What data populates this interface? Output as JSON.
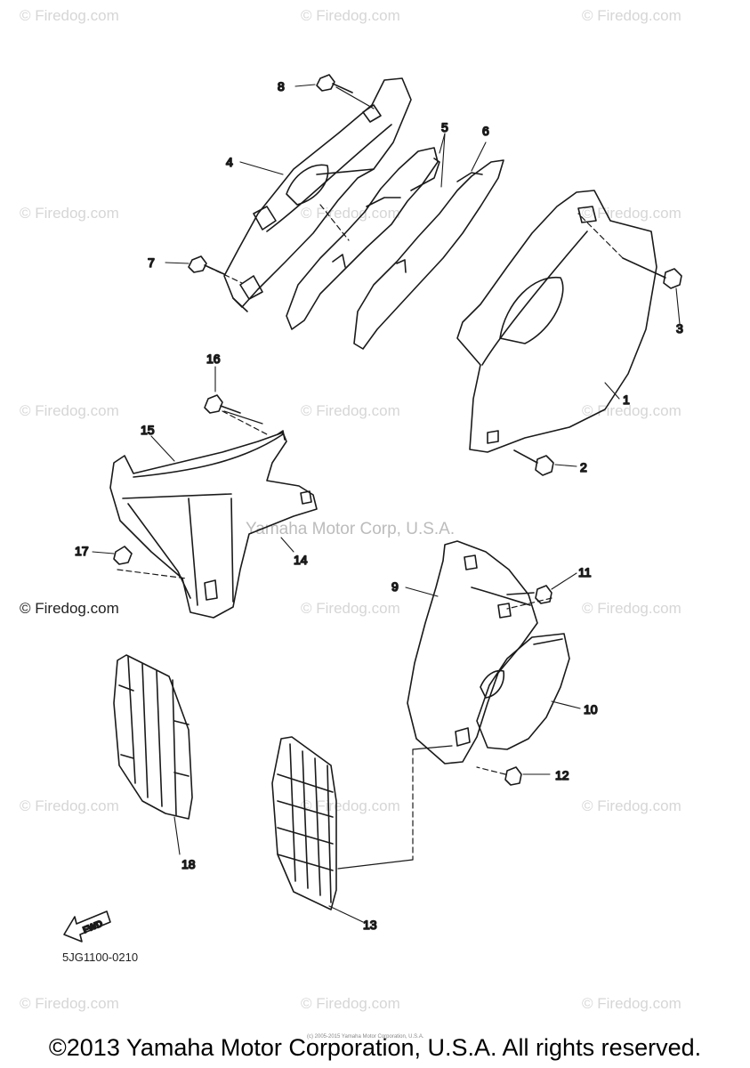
{
  "watermarks": {
    "text": "© Firedog.com",
    "primary": "© Firedog.com"
  },
  "center_watermark": "Yamaha Motor Corp, U.S.A.",
  "part_labels": {
    "p1": "1",
    "p2": "2",
    "p3": "3",
    "p4": "4",
    "p5": "5",
    "p6": "6",
    "p7": "7",
    "p8": "8",
    "p9": "9",
    "p10": "10",
    "p11": "11",
    "p12": "12",
    "p13": "13",
    "p14": "14",
    "p15": "15",
    "p16": "16",
    "p17": "17",
    "p18": "18"
  },
  "fwd_label": "FWD",
  "diagram_code": "5JG1100-0210",
  "tiny_copyright": "(c) 2005-2015 Yamaha Motor Corporation, U.S.A.",
  "footer": "©2013 Yamaha Motor Corporation, U.S.A. All rights reserved.",
  "colors": {
    "line": "#1a1a1a",
    "watermark": "#d6d6d6"
  }
}
